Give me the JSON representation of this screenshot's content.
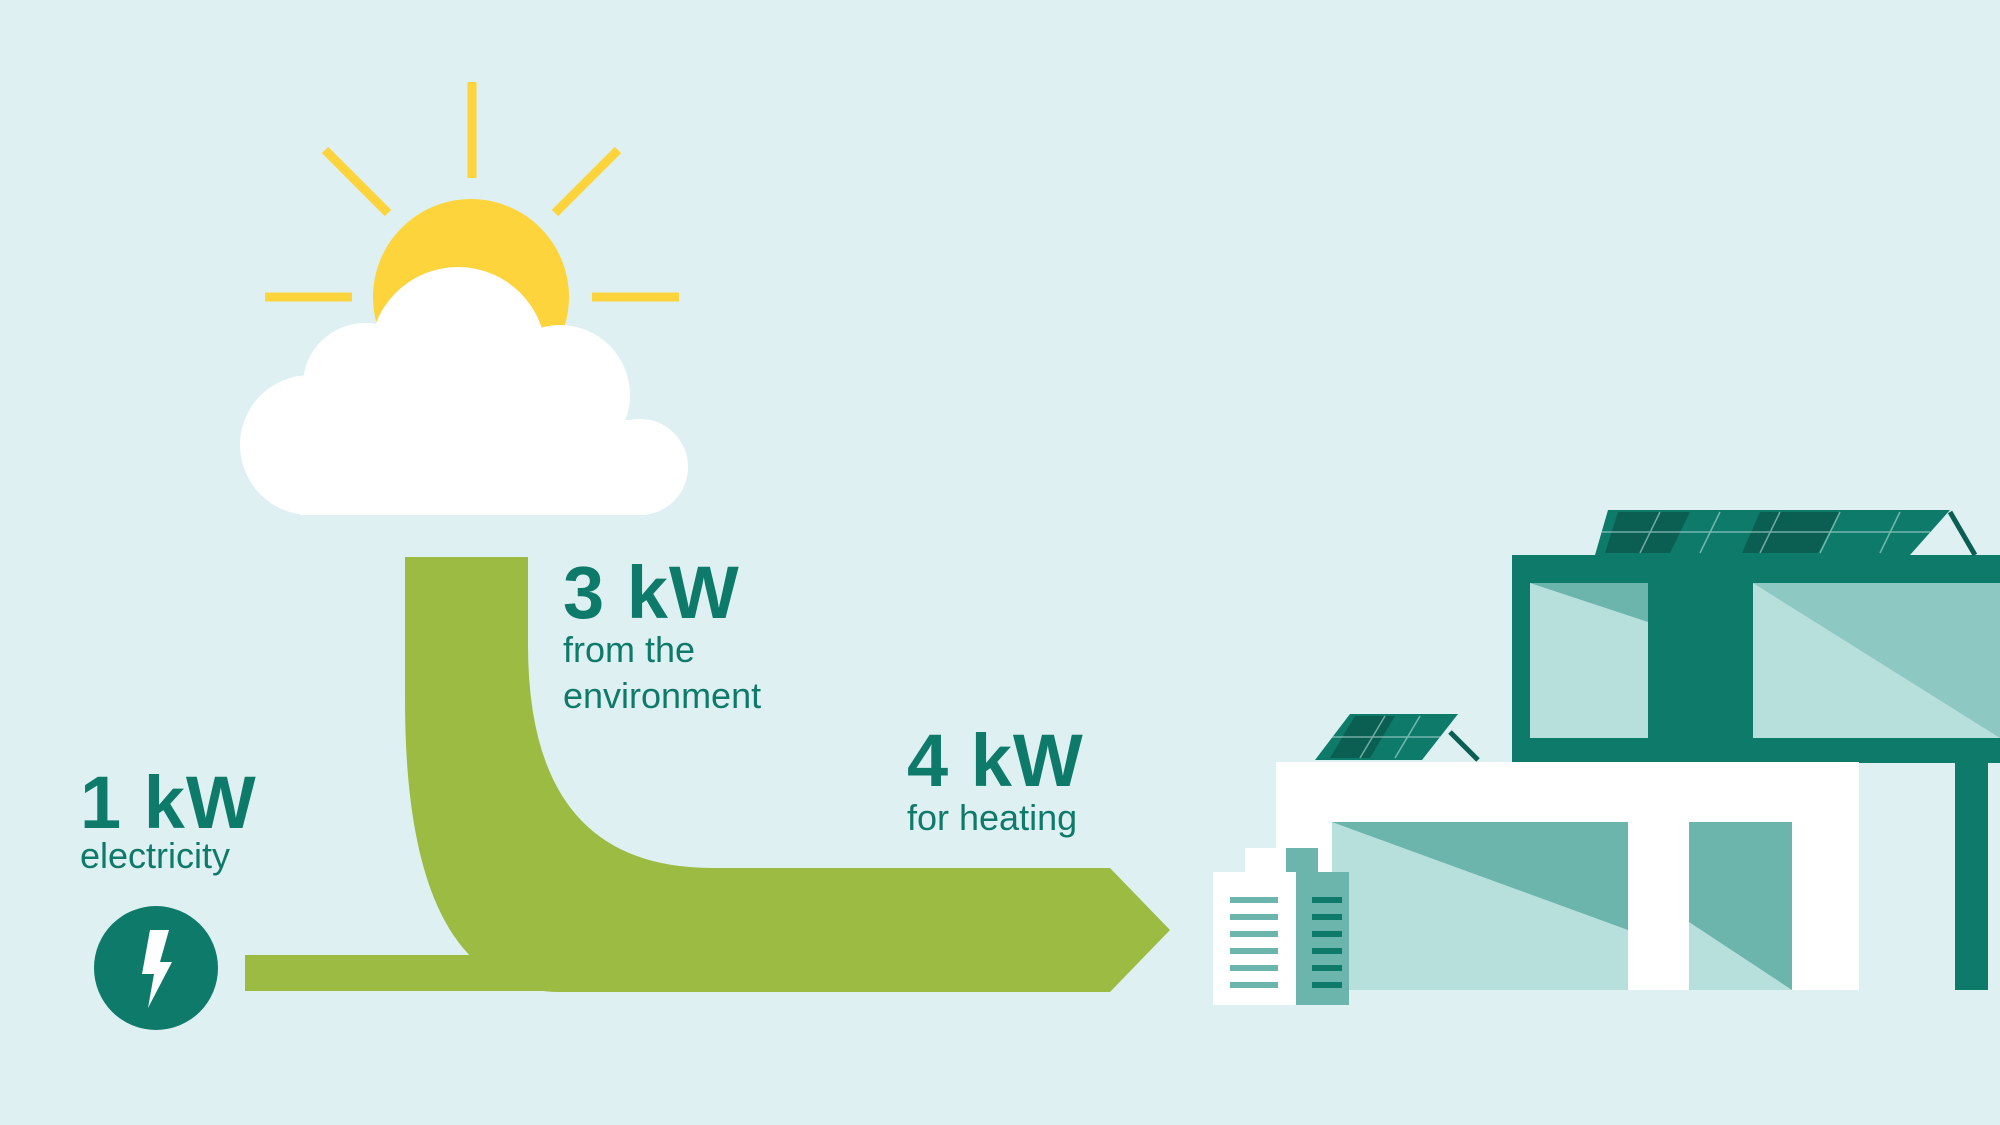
{
  "labels": {
    "electricity": {
      "value": "1 kW",
      "caption": "electricity"
    },
    "environment": {
      "value": "3 kW",
      "caption_line1": "from the",
      "caption_line2": "environment"
    },
    "heating": {
      "value": "4 kW",
      "caption": "for heating"
    }
  },
  "colors": {
    "background": "#dff0f2",
    "flow": "#9bbb43",
    "accent": "#0e7b6a",
    "sun": "#fdd43c",
    "cloud": "#ffffff",
    "glass": "#b7dfdc",
    "glass_dark": "#6cb5ad"
  },
  "icons": [
    "sun-icon",
    "cloud-icon",
    "lightning-bolt-icon",
    "solar-panel-icon",
    "house-icon",
    "heat-pump-icon"
  ]
}
